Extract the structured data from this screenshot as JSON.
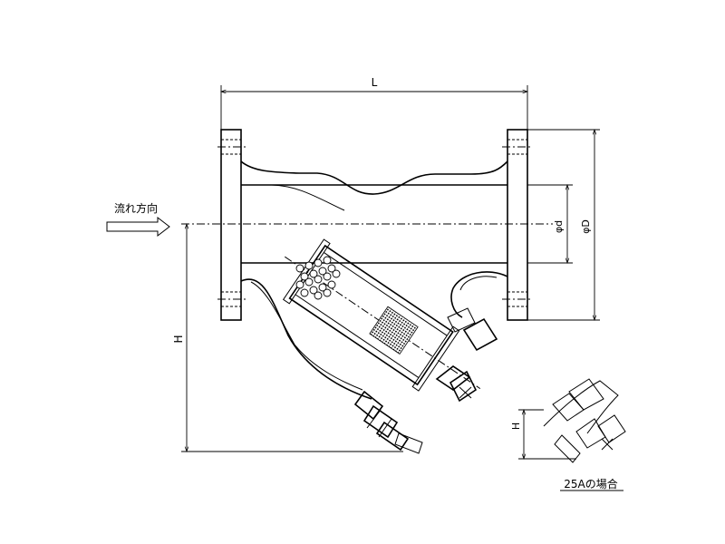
{
  "labels": {
    "length": "L",
    "inner_diameter": "φd",
    "outer_diameter": "φD",
    "height": "H",
    "height_detail": "H",
    "flow_direction": "流れ方向",
    "detail_caption": "25Aの場合"
  },
  "colors": {
    "line": "#000000",
    "background": "#ffffff"
  }
}
